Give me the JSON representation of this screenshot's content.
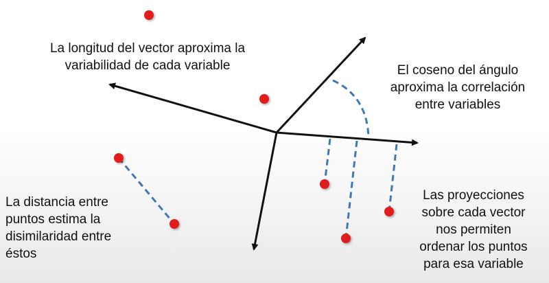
{
  "annotations": {
    "vector_length": [
      "La longitud del vector aproxima la",
      "variabilidad de cada variable"
    ],
    "angle_cosine": [
      "El coseno del ángulo",
      "aproxima la correlación",
      "entre variables"
    ],
    "point_distance": [
      "La distancia entre",
      "puntos estima la",
      "disimilaridad entre",
      "éstos"
    ],
    "projections": [
      "Las proyecciones",
      "sobre cada vector",
      "nos permiten",
      "ordenar los puntos",
      "para esa variable"
    ]
  },
  "colors": {
    "vector": "#111111",
    "point": "#e01b1b",
    "dashed": "#3f78b5"
  }
}
